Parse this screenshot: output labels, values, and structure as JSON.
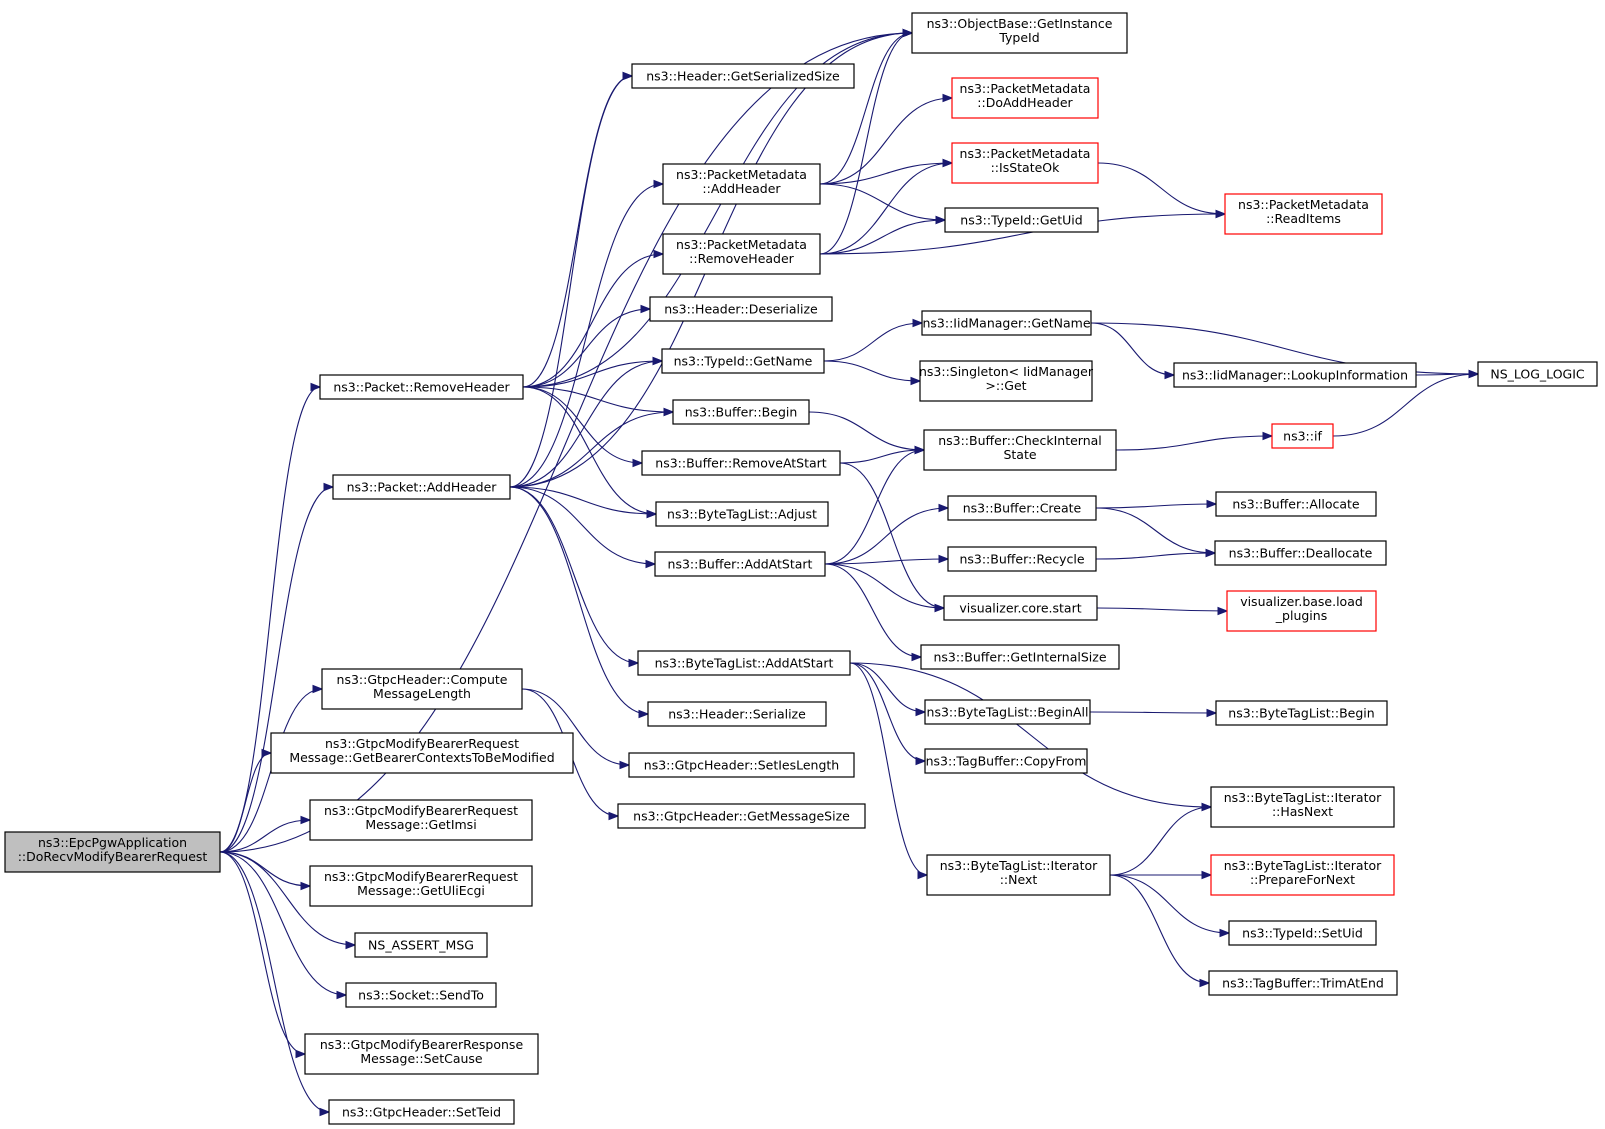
{
  "colors": {
    "edge": "#191970",
    "red_border": "#ff0000",
    "root_fill": "#bfbfbf"
  },
  "nodes": [
    {
      "id": "root",
      "lines": [
        "ns3::EpcPgwApplication",
        "::DoRecvModifyBearerRequest"
      ],
      "style": "root"
    },
    {
      "id": "oget",
      "lines": [
        "ns3::ObjectBase::GetInstance",
        "TypeId"
      ],
      "style": "normal"
    },
    {
      "id": "hgss",
      "lines": [
        "ns3::Header::GetSerializedSize"
      ],
      "style": "normal"
    },
    {
      "id": "pmdah",
      "lines": [
        "ns3::PacketMetadata",
        "::DoAddHeader"
      ],
      "style": "red"
    },
    {
      "id": "pmah",
      "lines": [
        "ns3::PacketMetadata",
        "::AddHeader"
      ],
      "style": "normal"
    },
    {
      "id": "pmiso",
      "lines": [
        "ns3::PacketMetadata",
        "::IsStateOk"
      ],
      "style": "red"
    },
    {
      "id": "tgu",
      "lines": [
        "ns3::TypeId::GetUid"
      ],
      "style": "normal"
    },
    {
      "id": "pmri",
      "lines": [
        "ns3::PacketMetadata",
        "::ReadItems"
      ],
      "style": "red"
    },
    {
      "id": "pmrh",
      "lines": [
        "ns3::PacketMetadata",
        "::RemoveHeader"
      ],
      "style": "normal"
    },
    {
      "id": "hdes",
      "lines": [
        "ns3::Header::Deserialize"
      ],
      "style": "normal"
    },
    {
      "id": "iidgn",
      "lines": [
        "ns3::IidManager::GetName"
      ],
      "style": "normal"
    },
    {
      "id": "prh",
      "lines": [
        "ns3::Packet::RemoveHeader"
      ],
      "style": "normal"
    },
    {
      "id": "tgn",
      "lines": [
        "ns3::TypeId::GetName"
      ],
      "style": "normal"
    },
    {
      "id": "sing",
      "lines": [
        "ns3::Singleton< IidManager",
        ">::Get"
      ],
      "style": "normal"
    },
    {
      "id": "iidli",
      "lines": [
        "ns3::IidManager::LookupInformation"
      ],
      "style": "normal"
    },
    {
      "id": "nslog",
      "lines": [
        "NS_LOG_LOGIC"
      ],
      "style": "normal"
    },
    {
      "id": "bbeg",
      "lines": [
        "ns3::Buffer::Begin"
      ],
      "style": "normal"
    },
    {
      "id": "bras",
      "lines": [
        "ns3::Buffer::RemoveAtStart"
      ],
      "style": "normal"
    },
    {
      "id": "bcis",
      "lines": [
        "ns3::Buffer::CheckInternal",
        "State"
      ],
      "style": "normal"
    },
    {
      "id": "nsif",
      "lines": [
        "ns3::if"
      ],
      "style": "red"
    },
    {
      "id": "pah",
      "lines": [
        "ns3::Packet::AddHeader"
      ],
      "style": "normal"
    },
    {
      "id": "btladj",
      "lines": [
        "ns3::ByteTagList::Adjust"
      ],
      "style": "normal"
    },
    {
      "id": "bcre",
      "lines": [
        "ns3::Buffer::Create"
      ],
      "style": "normal"
    },
    {
      "id": "balloc",
      "lines": [
        "ns3::Buffer::Allocate"
      ],
      "style": "normal"
    },
    {
      "id": "baas",
      "lines": [
        "ns3::Buffer::AddAtStart"
      ],
      "style": "normal"
    },
    {
      "id": "brec",
      "lines": [
        "ns3::Buffer::Recycle"
      ],
      "style": "normal"
    },
    {
      "id": "bdealloc",
      "lines": [
        "ns3::Buffer::Deallocate"
      ],
      "style": "normal"
    },
    {
      "id": "vcs",
      "lines": [
        "visualizer.core.start"
      ],
      "style": "normal"
    },
    {
      "id": "vblp",
      "lines": [
        "visualizer.base.load",
        "_plugins"
      ],
      "style": "red"
    },
    {
      "id": "bgis",
      "lines": [
        "ns3::Buffer::GetInternalSize"
      ],
      "style": "normal"
    },
    {
      "id": "btlaas",
      "lines": [
        "ns3::ByteTagList::AddAtStart"
      ],
      "style": "normal"
    },
    {
      "id": "gcml",
      "lines": [
        "ns3::GtpcHeader::Compute",
        "MessageLength"
      ],
      "style": "normal"
    },
    {
      "id": "hser",
      "lines": [
        "ns3::Header::Serialize"
      ],
      "style": "normal"
    },
    {
      "id": "btlba",
      "lines": [
        "ns3::ByteTagList::BeginAll"
      ],
      "style": "normal"
    },
    {
      "id": "btlb",
      "lines": [
        "ns3::ByteTagList::Begin"
      ],
      "style": "normal"
    },
    {
      "id": "gbctbm",
      "lines": [
        "ns3::GtpcModifyBearerRequest",
        "Message::GetBearerContextsToBeModified"
      ],
      "style": "normal"
    },
    {
      "id": "gsil",
      "lines": [
        "ns3::GtpcHeader::SetIesLength"
      ],
      "style": "normal"
    },
    {
      "id": "tbcf",
      "lines": [
        "ns3::TagBuffer::CopyFrom"
      ],
      "style": "normal"
    },
    {
      "id": "btlihn",
      "lines": [
        "ns3::ByteTagList::Iterator",
        "::HasNext"
      ],
      "style": "normal"
    },
    {
      "id": "ggimsi",
      "lines": [
        "ns3::GtpcModifyBearerRequest",
        "Message::GetImsi"
      ],
      "style": "normal"
    },
    {
      "id": "ggms",
      "lines": [
        "ns3::GtpcHeader::GetMessageSize"
      ],
      "style": "normal"
    },
    {
      "id": "btlin",
      "lines": [
        "ns3::ByteTagList::Iterator",
        "::Next"
      ],
      "style": "normal"
    },
    {
      "id": "btlipfn",
      "lines": [
        "ns3::ByteTagList::Iterator",
        "::PrepareForNext"
      ],
      "style": "red"
    },
    {
      "id": "gguli",
      "lines": [
        "ns3::GtpcModifyBearerRequest",
        "Message::GetUliEcgi"
      ],
      "style": "normal"
    },
    {
      "id": "tsu",
      "lines": [
        "ns3::TypeId::SetUid"
      ],
      "style": "normal"
    },
    {
      "id": "nsam",
      "lines": [
        "NS_ASSERT_MSG"
      ],
      "style": "normal"
    },
    {
      "id": "tbtae",
      "lines": [
        "ns3::TagBuffer::TrimAtEnd"
      ],
      "style": "normal"
    },
    {
      "id": "sst",
      "lines": [
        "ns3::Socket::SendTo"
      ],
      "style": "normal"
    },
    {
      "id": "gsc",
      "lines": [
        "ns3::GtpcModifyBearerResponse",
        "Message::SetCause"
      ],
      "style": "normal"
    },
    {
      "id": "gst",
      "lines": [
        "ns3::GtpcHeader::SetTeid"
      ],
      "style": "normal"
    }
  ],
  "edges": [
    [
      "root",
      "prh"
    ],
    [
      "root",
      "oget"
    ],
    [
      "root",
      "pah"
    ],
    [
      "root",
      "gcml"
    ],
    [
      "root",
      "gbctbm"
    ],
    [
      "root",
      "ggimsi"
    ],
    [
      "root",
      "gguli"
    ],
    [
      "root",
      "nsam"
    ],
    [
      "root",
      "sst"
    ],
    [
      "root",
      "gsc"
    ],
    [
      "root",
      "gst"
    ],
    [
      "prh",
      "oget"
    ],
    [
      "prh",
      "hgss"
    ],
    [
      "prh",
      "pmrh"
    ],
    [
      "prh",
      "hdes"
    ],
    [
      "prh",
      "tgn"
    ],
    [
      "prh",
      "bbeg"
    ],
    [
      "prh",
      "bras"
    ],
    [
      "prh",
      "btladj"
    ],
    [
      "pah",
      "oget"
    ],
    [
      "pah",
      "hgss"
    ],
    [
      "pah",
      "pmah"
    ],
    [
      "pah",
      "tgn"
    ],
    [
      "pah",
      "bbeg"
    ],
    [
      "pah",
      "btladj"
    ],
    [
      "pah",
      "baas"
    ],
    [
      "pah",
      "btlaas"
    ],
    [
      "pah",
      "hser"
    ],
    [
      "pmah",
      "pmdah"
    ],
    [
      "pmah",
      "pmiso"
    ],
    [
      "pmah",
      "tgu"
    ],
    [
      "pmah",
      "oget"
    ],
    [
      "pmrh",
      "pmiso"
    ],
    [
      "pmrh",
      "tgu"
    ],
    [
      "pmrh",
      "oget"
    ],
    [
      "pmrh",
      "pmri"
    ],
    [
      "pmiso",
      "pmri"
    ],
    [
      "tgn",
      "iidgn"
    ],
    [
      "tgn",
      "sing"
    ],
    [
      "iidgn",
      "iidli"
    ],
    [
      "iidgn",
      "nslog"
    ],
    [
      "iidli",
      "nslog"
    ],
    [
      "bbeg",
      "bcis"
    ],
    [
      "bras",
      "bcis"
    ],
    [
      "bras",
      "vcs"
    ],
    [
      "bcis",
      "nsif"
    ],
    [
      "nsif",
      "nslog"
    ],
    [
      "baas",
      "bcis"
    ],
    [
      "baas",
      "bcre"
    ],
    [
      "baas",
      "brec"
    ],
    [
      "baas",
      "vcs"
    ],
    [
      "baas",
      "bgis"
    ],
    [
      "bcre",
      "balloc"
    ],
    [
      "bcre",
      "bdealloc"
    ],
    [
      "brec",
      "bdealloc"
    ],
    [
      "vcs",
      "vblp"
    ],
    [
      "btlaas",
      "btlba"
    ],
    [
      "btlaas",
      "tbcf"
    ],
    [
      "btlaas",
      "btlihn"
    ],
    [
      "btlaas",
      "btlin"
    ],
    [
      "btlba",
      "btlb"
    ],
    [
      "btlin",
      "btlihn"
    ],
    [
      "btlin",
      "btlipfn"
    ],
    [
      "btlin",
      "tsu"
    ],
    [
      "btlin",
      "tbtae"
    ],
    [
      "gcml",
      "gsil"
    ],
    [
      "gcml",
      "ggms"
    ]
  ]
}
